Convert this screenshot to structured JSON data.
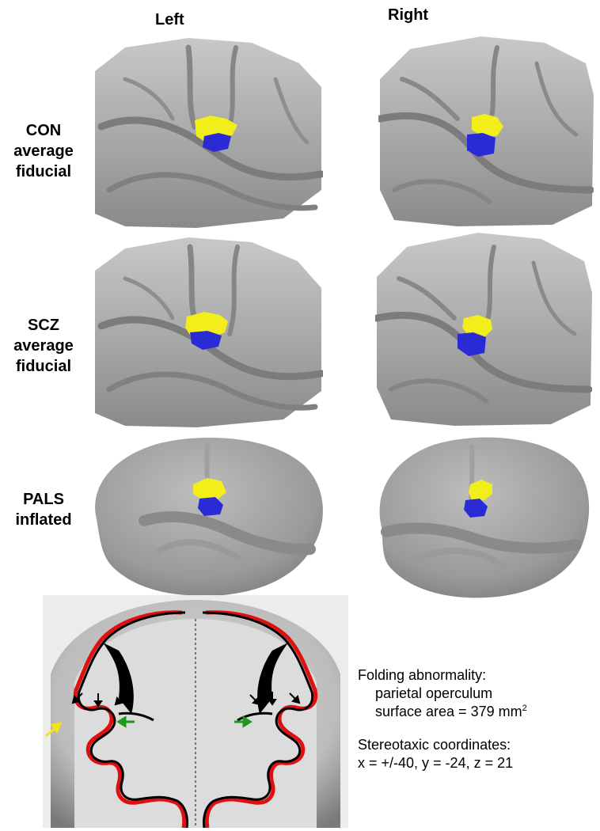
{
  "columns": {
    "left": "Left",
    "right": "Right"
  },
  "rows": [
    {
      "lines": [
        "CON",
        "average",
        "fiducial"
      ]
    },
    {
      "lines": [
        "SCZ",
        "average",
        "fiducial"
      ]
    },
    {
      "lines": [
        "PALS",
        "inflated"
      ]
    }
  ],
  "caption": {
    "folding_title": "Folding abnormality:",
    "folding_line1": "parietal operculum",
    "folding_line2_prefix": "surface area = 379 mm",
    "folding_line2_sup": "2",
    "stereo_title": "Stereotaxic coordinates:",
    "stereo_coords": "x = +/-40, y = -24, z = 21"
  },
  "colors": {
    "cortex": "#a9a9a9",
    "region_upper": "#f2ee1a",
    "region_lower": "#2b2bd6",
    "contour_red": "#e01010",
    "contour_black": "#000000",
    "arrow_yellow": "#f4e21a",
    "arrow_green": "#1c9a1c",
    "arrow_black": "#000000"
  }
}
